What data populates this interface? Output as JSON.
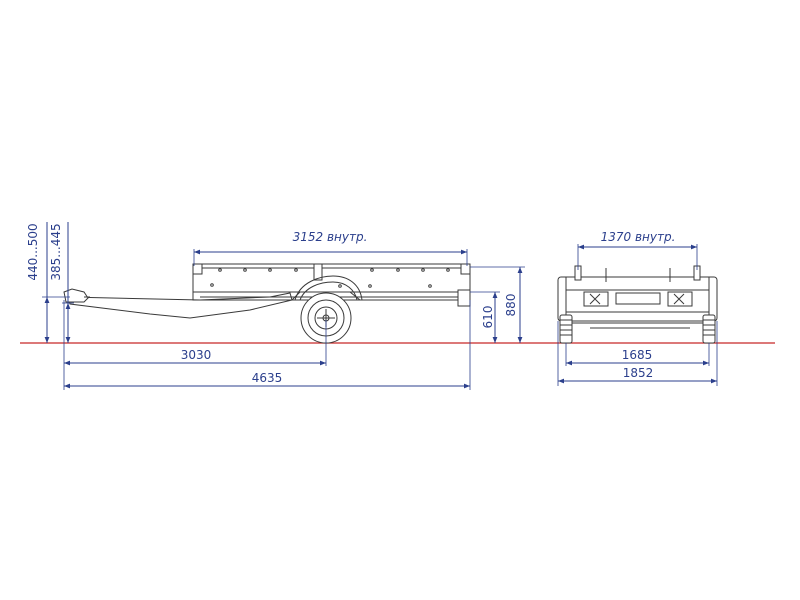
{
  "side_view": {
    "hitch_height_label": "440...500",
    "drawbar_height_label": "385...445",
    "inner_length_label": "3152 внутр.",
    "axle_distance_label": "3030",
    "overall_length_label": "4635",
    "deck_height_label": "610",
    "overall_height_label": "880"
  },
  "rear_view": {
    "inner_width_label": "1370 внутр.",
    "track_width_label": "1685",
    "overall_width_label": "1852"
  },
  "colors": {
    "dimension_lines": "#2b3f8c",
    "drawing_lines": "#3a3a3a",
    "ground_line": "#c62828"
  }
}
